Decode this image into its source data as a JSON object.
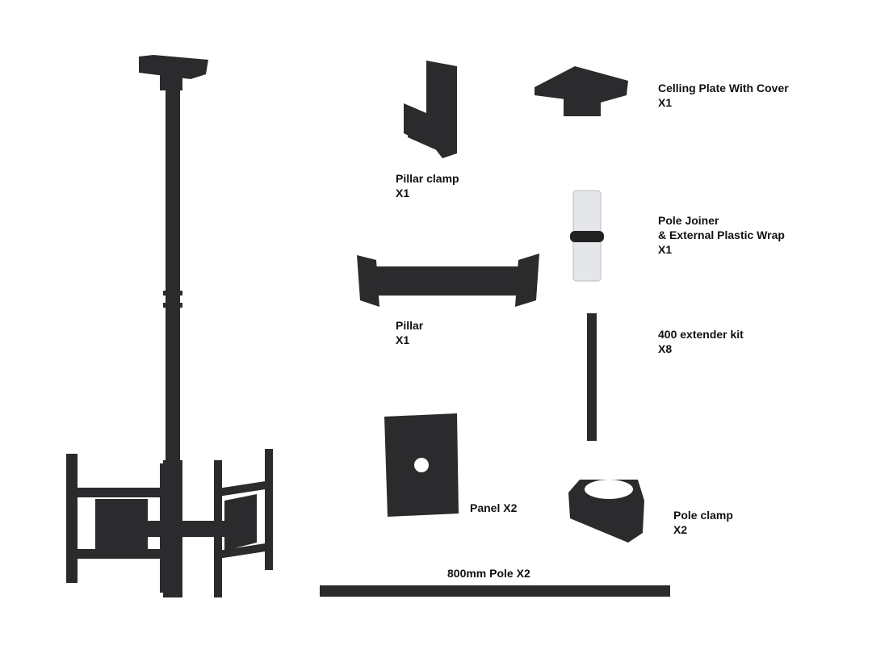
{
  "colors": {
    "metal": "#2b2b2d",
    "metal_light": "#444446",
    "joiner": "#e4e6ea",
    "text": "#111111"
  },
  "parts": [
    {
      "name": "Pillar clamp",
      "qty": "X1"
    },
    {
      "name": "Celling Plate With Cover",
      "qty": "X1"
    },
    {
      "name_line1": "Pole Joiner",
      "name_line2": "& External Plastic Wrap",
      "qty": "X1"
    },
    {
      "name": "Pillar",
      "qty": "X1"
    },
    {
      "name": "400 extender kit",
      "qty": "X8"
    },
    {
      "name": "Panel X2"
    },
    {
      "name": "Pole clamp",
      "qty": "X2"
    },
    {
      "name": "800mm Pole X2"
    }
  ]
}
